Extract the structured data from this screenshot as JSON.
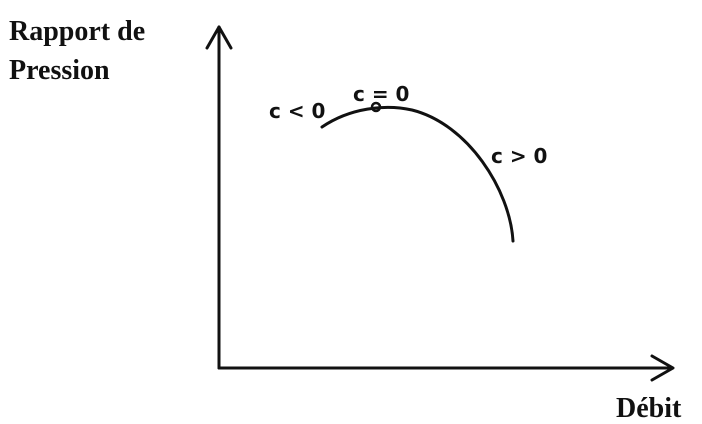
{
  "y_axis": {
    "title_line1": "Rapport de",
    "title_line2": "Pression"
  },
  "x_axis": {
    "title": "Débit"
  },
  "labels": {
    "left": "c < 0",
    "peak": "c = 0",
    "right": "c > 0"
  },
  "colors": {
    "ink": "#111111",
    "background": "#ffffff"
  }
}
